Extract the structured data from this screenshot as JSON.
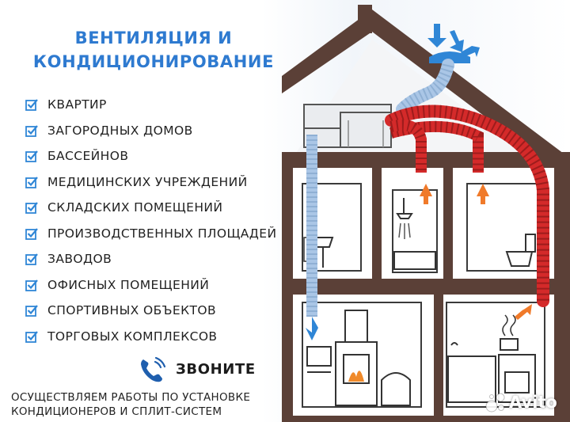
{
  "title": {
    "line1": "ВЕНТИЛЯЦИЯ И",
    "line2": "КОНДИЦИОНИРОВАНИЕ"
  },
  "items": [
    {
      "label": "КВАРТИР"
    },
    {
      "label": "ЗАГОРОДНЫХ ДОМОВ"
    },
    {
      "label": "БАССЕЙНОВ"
    },
    {
      "label": "МЕДИЦИНСКИХ УЧРЕЖДЕНИЙ"
    },
    {
      "label": "СКЛАДСКИХ ПОМЕЩЕНИЙ"
    },
    {
      "label": "ПРОИЗВОДСТВЕННЫХ ПЛОЩАДЕЙ"
    },
    {
      "label": "ЗАВОДОВ"
    },
    {
      "label": "ОФИСНЫХ ПОМЕЩЕНИЙ"
    },
    {
      "label": "СПОРТИВНЫХ ОБЪЕКТОВ"
    },
    {
      "label": "ТОРГОВЫХ КОМПЛЕКСОВ"
    }
  ],
  "call": {
    "label": "ЗВОНИТЕ"
  },
  "footer": {
    "line1": "ОСУЩЕСТВЛЯЕМ РАБОТЫ ПО УСТАНОВКЕ",
    "line2": "КОНДИЦИОНЕРОВ И СПЛИТ-СИСТЕМ"
  },
  "watermark": {
    "text": "Avito"
  },
  "icons": {
    "check": "checkbox-checked-icon",
    "phone": "phone-icon",
    "house": "house-ventilation-illustration"
  },
  "colors": {
    "accent_blue": "#2e7ad0",
    "check_blue": "#2f86d6",
    "duct_red": "#d42a2a",
    "duct_blue": "#aac6e6",
    "house_brown": "#5b4037"
  }
}
